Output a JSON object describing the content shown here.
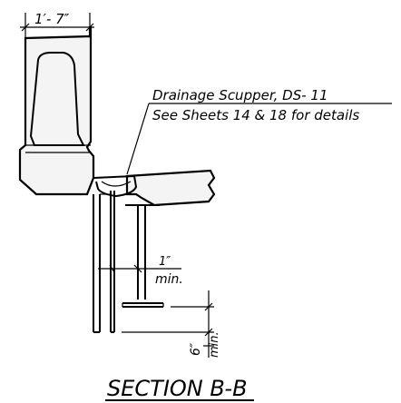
{
  "drawing": {
    "barrier_width_dim": "1′- 7″",
    "callout_line1": "Drainage Scupper, DS- 11",
    "callout_line2": "See Sheets 14 & 18 for details",
    "gap_dim_value": "1″",
    "gap_dim_note": "min.",
    "drop_dim_value": "6″",
    "drop_dim_note": "min.",
    "section_title": "SECTION B-B"
  }
}
